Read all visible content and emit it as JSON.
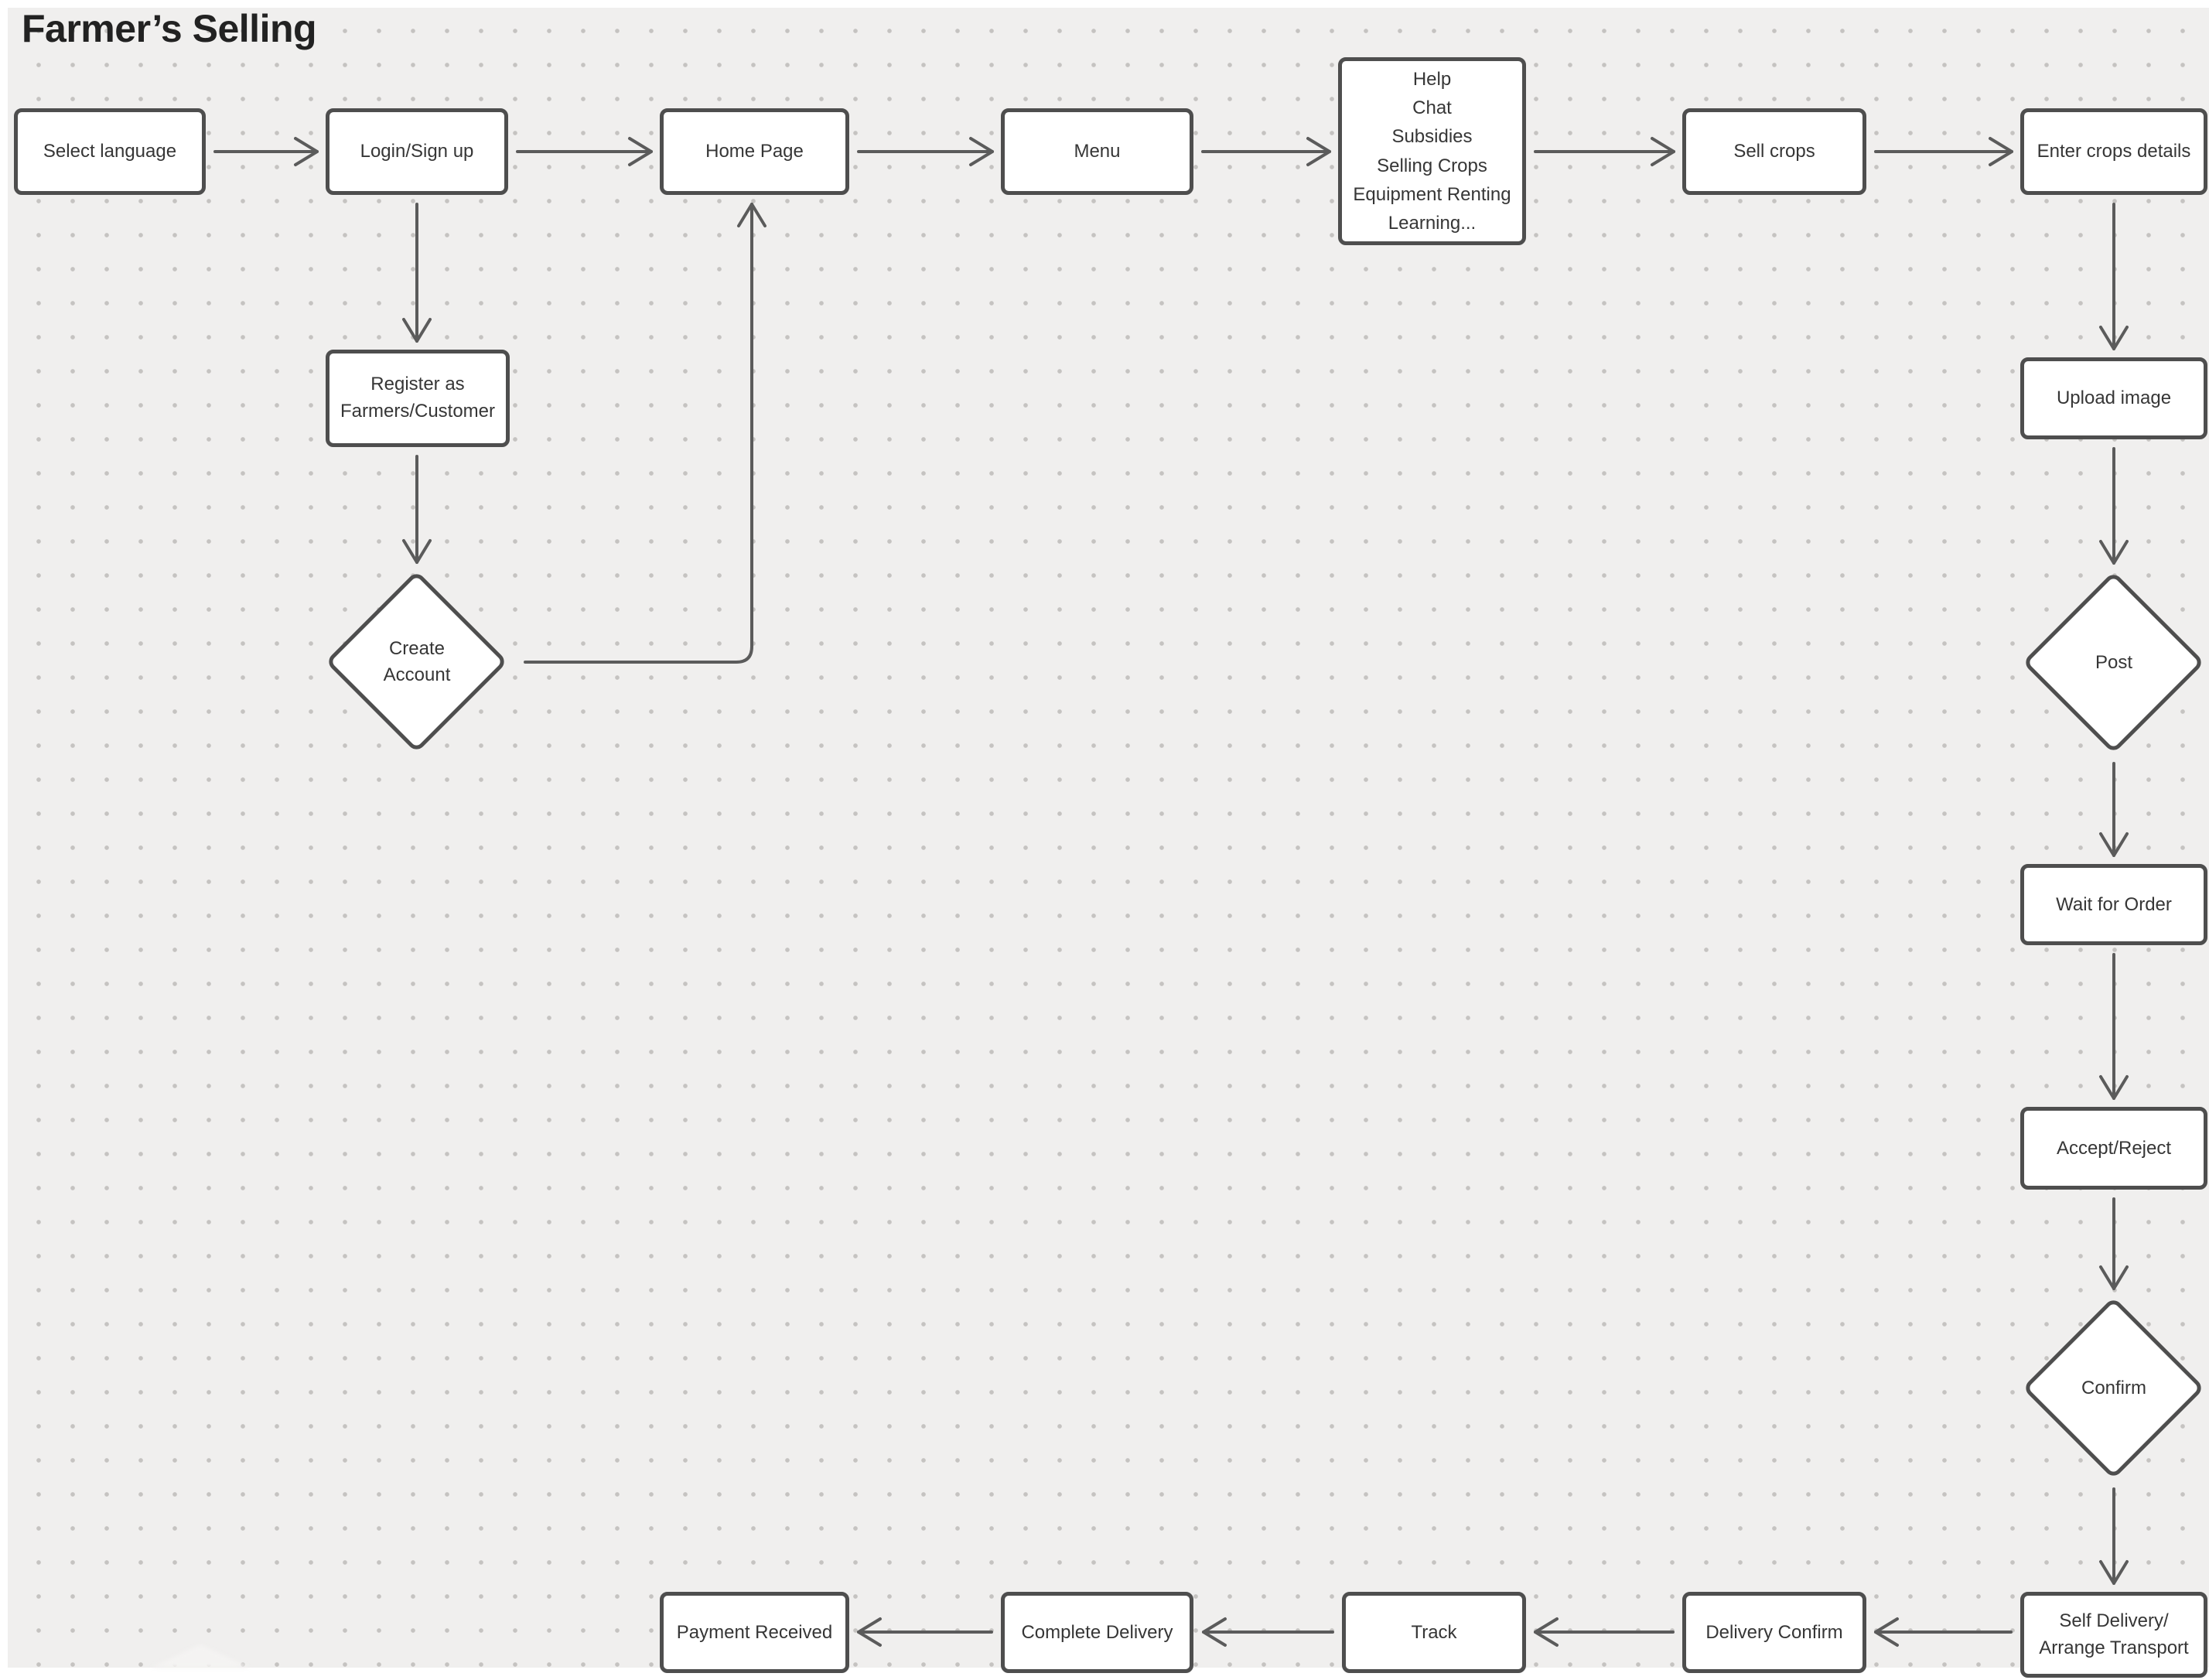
{
  "diagram": {
    "title": "Farmer’s Selling",
    "nodes": {
      "select_language": {
        "label": "Select language",
        "shape": "rectangle"
      },
      "login_signup": {
        "label": "Login/Sign up",
        "shape": "rectangle"
      },
      "home_page": {
        "label": "Home Page",
        "shape": "rectangle"
      },
      "menu": {
        "label": "Menu",
        "shape": "rectangle"
      },
      "menu_options": {
        "label": "Help\nChat\nSubsidies\nSelling Crops\nEquipment Renting\nLearning...",
        "shape": "rectangle"
      },
      "sell_crops": {
        "label": "Sell crops",
        "shape": "rectangle"
      },
      "enter_crops_details": {
        "label": "Enter crops details",
        "shape": "rectangle"
      },
      "register_as": {
        "label": "Register as\nFarmers/Customer",
        "shape": "rectangle"
      },
      "create_account": {
        "label": "Create\nAccount",
        "shape": "diamond"
      },
      "upload_image": {
        "label": "Upload image",
        "shape": "rectangle"
      },
      "post": {
        "label": "Post",
        "shape": "diamond"
      },
      "wait_for_order": {
        "label": "Wait for Order",
        "shape": "rectangle"
      },
      "accept_reject": {
        "label": "Accept/Reject",
        "shape": "rectangle"
      },
      "confirm": {
        "label": "Confirm",
        "shape": "diamond"
      },
      "self_delivery": {
        "label": "Self Delivery/\nArrange Transport",
        "shape": "rectangle"
      },
      "delivery_confirm": {
        "label": "Delivery Confirm",
        "shape": "rectangle"
      },
      "track": {
        "label": "Track",
        "shape": "rectangle"
      },
      "complete_delivery": {
        "label": "Complete Delivery",
        "shape": "rectangle"
      },
      "payment_received": {
        "label": "Payment Received",
        "shape": "rectangle"
      }
    },
    "edges": [
      {
        "from": "select_language",
        "to": "login_signup"
      },
      {
        "from": "login_signup",
        "to": "home_page"
      },
      {
        "from": "home_page",
        "to": "menu"
      },
      {
        "from": "menu",
        "to": "menu_options"
      },
      {
        "from": "menu_options",
        "to": "sell_crops"
      },
      {
        "from": "sell_crops",
        "to": "enter_crops_details"
      },
      {
        "from": "login_signup",
        "to": "register_as"
      },
      {
        "from": "register_as",
        "to": "create_account"
      },
      {
        "from": "create_account",
        "to": "home_page"
      },
      {
        "from": "enter_crops_details",
        "to": "upload_image"
      },
      {
        "from": "upload_image",
        "to": "post"
      },
      {
        "from": "post",
        "to": "wait_for_order"
      },
      {
        "from": "wait_for_order",
        "to": "accept_reject"
      },
      {
        "from": "accept_reject",
        "to": "confirm"
      },
      {
        "from": "confirm",
        "to": "self_delivery"
      },
      {
        "from": "self_delivery",
        "to": "delivery_confirm"
      },
      {
        "from": "delivery_confirm",
        "to": "track"
      },
      {
        "from": "track",
        "to": "complete_delivery"
      },
      {
        "from": "complete_delivery",
        "to": "payment_received"
      }
    ],
    "colors": {
      "canvas_bg": "#f0efee",
      "grid_dot": "#c5c3c1",
      "node_fill": "#ffffff",
      "node_border": "#4e4e4e",
      "connector": "#5b5b5b",
      "node_text": "#363636",
      "title_text": "#222222"
    }
  }
}
